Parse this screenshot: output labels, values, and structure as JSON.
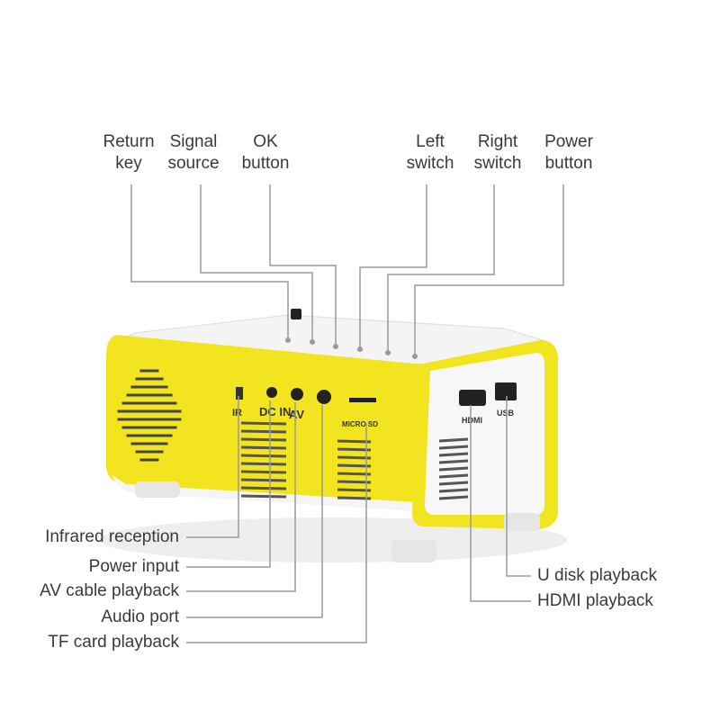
{
  "top_labels": [
    {
      "line1": "Return",
      "line2": "key"
    },
    {
      "line1": "Signal",
      "line2": "source"
    },
    {
      "line1": "OK",
      "line2": "button"
    },
    {
      "line1": "Left",
      "line2": "switch"
    },
    {
      "line1": "Right",
      "line2": "switch"
    },
    {
      "line1": "Power",
      "line2": "button"
    }
  ],
  "left_labels": [
    "Infrared reception",
    "Power input",
    "AV cable playback",
    "Audio port",
    "TF card playback"
  ],
  "right_labels": [
    "U disk playback",
    "HDMI playback"
  ],
  "device_markings": [
    "IR",
    "DC IN",
    "AV",
    "MICRO SD",
    "HDMI",
    "USB"
  ],
  "colors": {
    "body": "#f2e51f",
    "shell": "#f7f7f7",
    "leader": "#9a9a9a",
    "text": "#3a3a3a"
  }
}
